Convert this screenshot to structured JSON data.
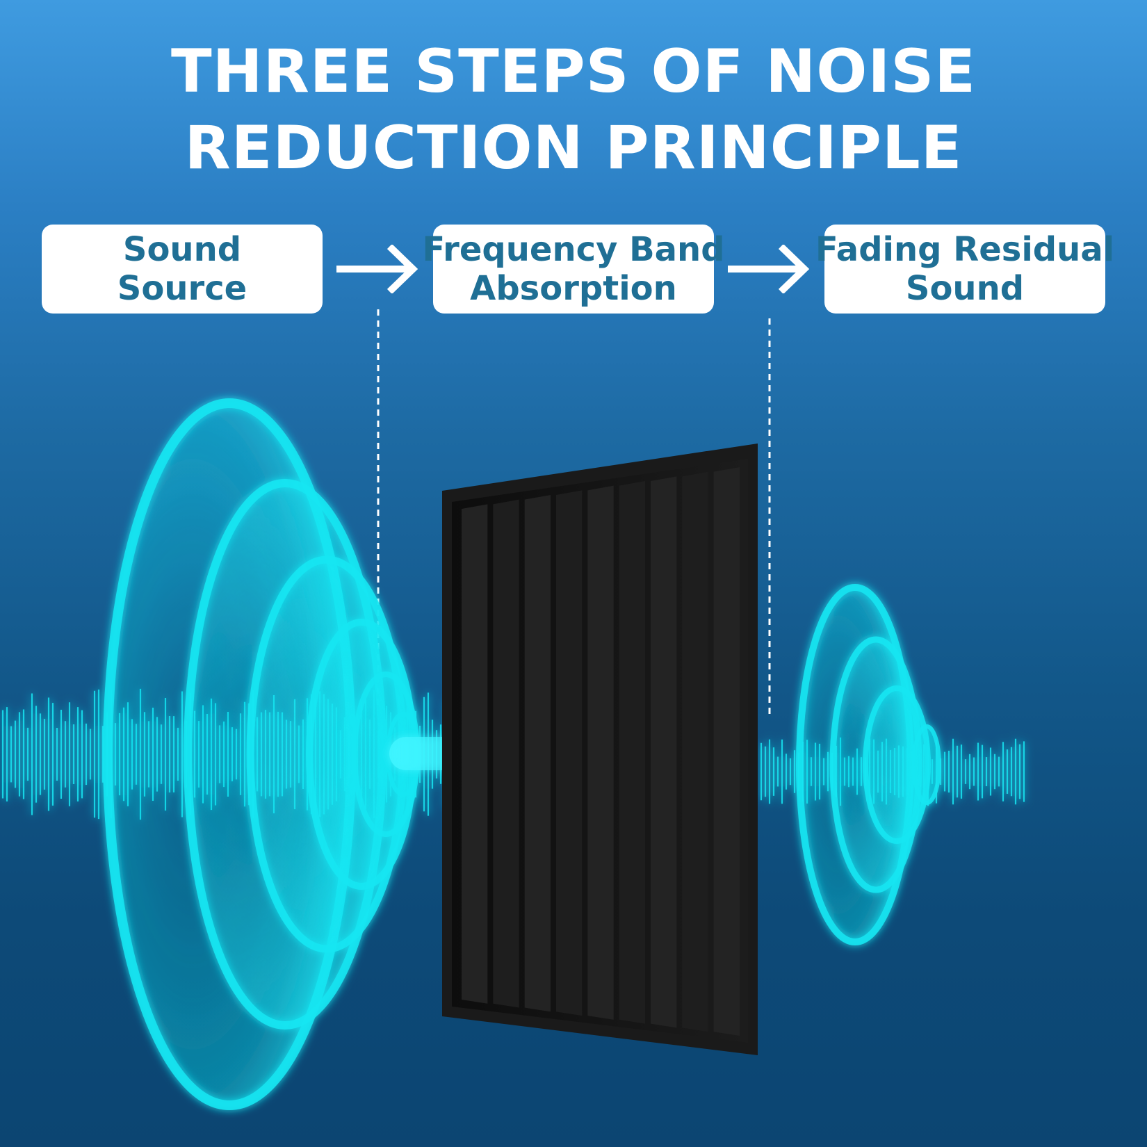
{
  "title": {
    "line1": "THREE STEPS OF NOISE",
    "line2": "REDUCTION PRINCIPLE"
  },
  "steps": [
    {
      "line1": "Sound",
      "line2": "Source"
    },
    {
      "line1": "Frequency Band",
      "line2": "Absorption"
    },
    {
      "line1": "Fading Residual",
      "line2": "Sound"
    }
  ],
  "colors": {
    "wave": "#19e6f2",
    "panel": "#151515",
    "step_text": "#1f6f95"
  }
}
